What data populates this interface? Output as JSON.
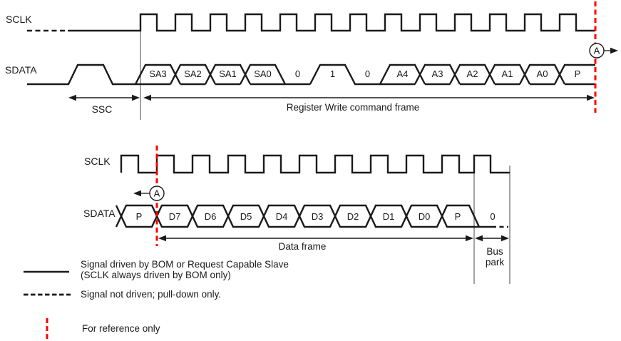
{
  "colors": {
    "line": "#1a1a1a",
    "reference_red": "#ff0000",
    "thin_line": "#666666",
    "background": "#ffffff"
  },
  "top_diagram": {
    "sclk_label": "SCLK",
    "sdata_label": "SDATA",
    "bits": [
      {
        "label": "SA3",
        "type": "bus"
      },
      {
        "label": "SA2",
        "type": "bus"
      },
      {
        "label": "SA1",
        "type": "bus"
      },
      {
        "label": "SA0",
        "type": "bus"
      },
      {
        "label": "0",
        "type": "driven-low"
      },
      {
        "label": "1",
        "type": "driven-high"
      },
      {
        "label": "0",
        "type": "driven-low"
      },
      {
        "label": "A4",
        "type": "bus"
      },
      {
        "label": "A3",
        "type": "bus"
      },
      {
        "label": "A2",
        "type": "bus"
      },
      {
        "label": "A1",
        "type": "bus"
      },
      {
        "label": "A0",
        "type": "bus"
      },
      {
        "label": "P",
        "type": "bus"
      }
    ],
    "ssc_label": "SSC",
    "frame_label": "Register Write command frame",
    "connector_label": "A"
  },
  "bottom_diagram": {
    "sclk_label": "SCLK",
    "sdata_label": "SDATA",
    "bits": [
      {
        "label": "P",
        "type": "bus"
      },
      {
        "label": "D7",
        "type": "bus"
      },
      {
        "label": "D6",
        "type": "bus"
      },
      {
        "label": "D5",
        "type": "bus"
      },
      {
        "label": "D4",
        "type": "bus"
      },
      {
        "label": "D3",
        "type": "bus"
      },
      {
        "label": "D2",
        "type": "bus"
      },
      {
        "label": "D1",
        "type": "bus"
      },
      {
        "label": "D0",
        "type": "bus"
      },
      {
        "label": "P",
        "type": "bus"
      },
      {
        "label": "0",
        "type": "low-not-driven"
      }
    ],
    "frame_label": "Data frame",
    "bus_park_line1": "Bus",
    "bus_park_line2": "park",
    "connector_label": "A"
  },
  "legend": [
    {
      "sample": "solid-line",
      "line1": "Signal driven by BOM or Request Capable Slave",
      "line2": "(SCLK always driven by BOM only)"
    },
    {
      "sample": "dashed-line",
      "line1": "Signal not driven; pull-down only."
    },
    {
      "sample": "red-dashed-line",
      "line1": "For reference only"
    }
  ]
}
